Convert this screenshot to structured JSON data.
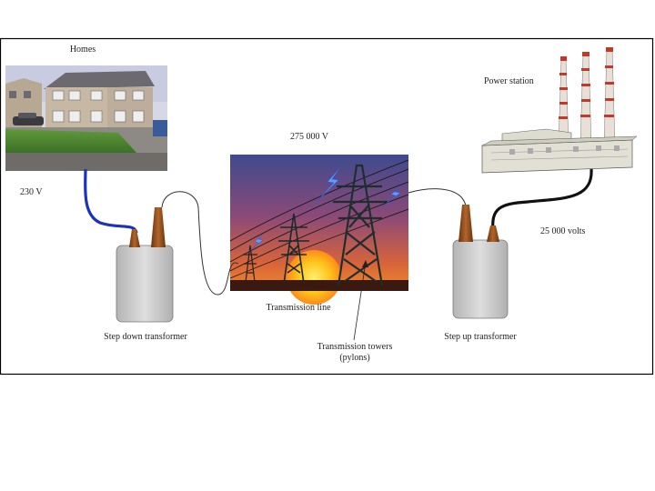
{
  "labels": {
    "homes": "Homes",
    "power_station": "Power station",
    "kv_275": "275 000 V",
    "v_230": "230 V",
    "v_25000": "25 000 volts",
    "transmission_line": "Transmission line",
    "step_down": "Step down transformer",
    "step_up": "Step up transformer",
    "towers_line1": "Transmission  towers",
    "towers_line2": "(pylons)"
  },
  "colors": {
    "frame": "#000000",
    "low_voltage_cable": "#1a33b8",
    "generator_cable": "#111111",
    "transformer_body": "#c9c9c9",
    "terminal": "#8a4a1c",
    "sky_top": "#4a4a8c",
    "sky_bottom": "#e0643a",
    "sun": "#ffc21a",
    "lightning": "#4d8cff"
  }
}
